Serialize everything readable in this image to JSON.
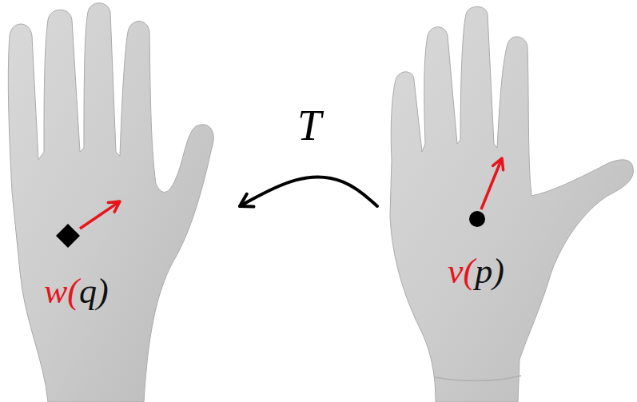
{
  "diagram": {
    "nodes": [
      {
        "text": [
          "w(q)"
        ]
      },
      {
        "text": [
          "v(p)"
        ]
      }
    ],
    "edges": [
      {
        "from": 1,
        "to": 0,
        "arrow": "to",
        "label": "T"
      }
    ]
  }
}
